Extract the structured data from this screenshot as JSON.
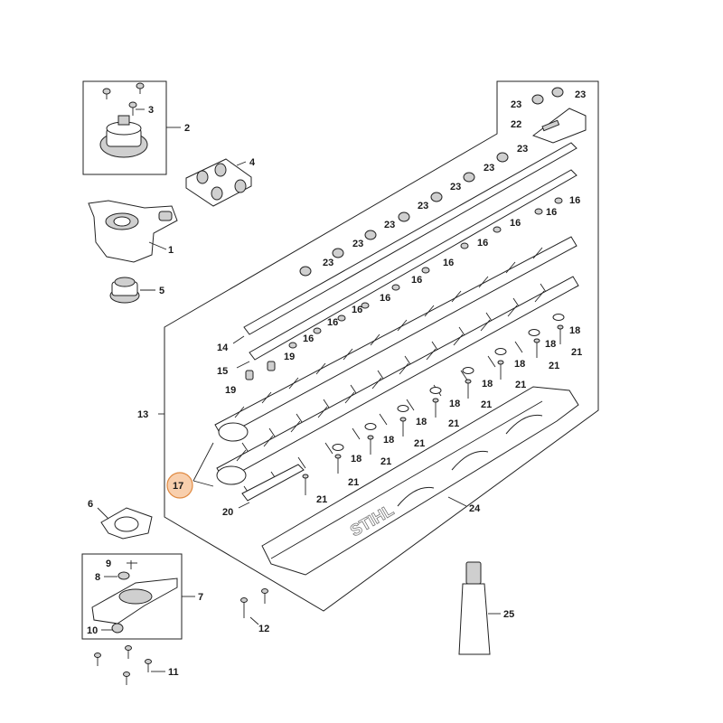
{
  "highlight_color": "#f3a76a",
  "brand_text": "STIHL",
  "labels": {
    "l1": "1",
    "l2": "2",
    "l3": "3",
    "l4": "4",
    "l5": "5",
    "l6": "6",
    "l7": "7",
    "l8": "8",
    "l9": "9",
    "l10": "10",
    "l11": "11",
    "l12": "12",
    "l13": "13",
    "l14": "14",
    "l15": "15",
    "l16": "16",
    "l17": "17",
    "l18": "18",
    "l19": "19",
    "l20": "20",
    "l21": "21",
    "l22": "22",
    "l23": "23",
    "l24": "24",
    "l25": "25"
  }
}
